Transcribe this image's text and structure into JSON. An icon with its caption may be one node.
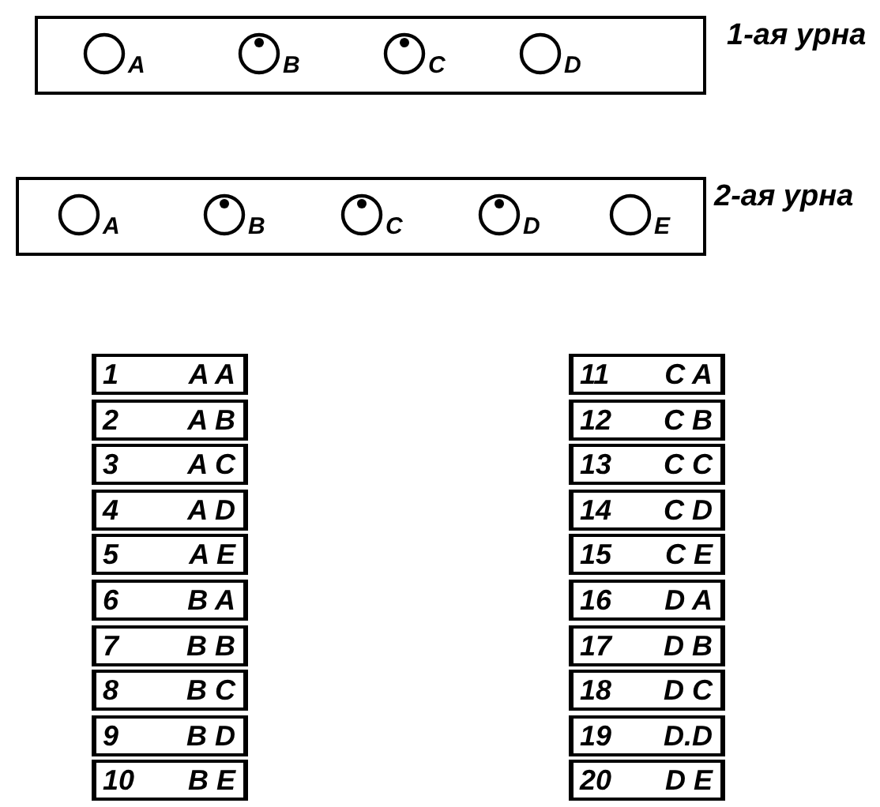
{
  "diagram": {
    "nodes": [
      {
        "text": [
          "1-ая урна"
        ]
      },
      {
        "text": [],
        "shape": "circle",
        "beside": [
          "A"
        ],
        "in": 0
      },
      {
        "text": [],
        "shape": "circle",
        "beside": [
          "B"
        ],
        "in": 0
      },
      {
        "text": [],
        "shape": "circle",
        "beside": [
          "C"
        ],
        "in": 0
      },
      {
        "text": [],
        "shape": "circle",
        "beside": [
          "D"
        ],
        "in": 0
      },
      {
        "text": [
          "2-ая урна"
        ]
      },
      {
        "text": [],
        "shape": "circle",
        "beside": [
          "A"
        ],
        "in": 5
      },
      {
        "text": [],
        "shape": "circle",
        "beside": [
          "B"
        ],
        "in": 5
      },
      {
        "text": [],
        "shape": "circle",
        "beside": [
          "C"
        ],
        "in": 5
      },
      {
        "text": [],
        "shape": "circle",
        "beside": [
          "D"
        ],
        "in": 5
      },
      {
        "text": [],
        "shape": "circle",
        "beside": [
          "E"
        ],
        "in": 5
      },
      {
        "text": [
          "1",
          "A A"
        ]
      },
      {
        "text": [
          "2",
          "A B"
        ]
      },
      {
        "text": [
          "3",
          "A C"
        ]
      },
      {
        "text": [
          "4",
          "A D"
        ]
      },
      {
        "text": [
          "5",
          "A E"
        ]
      },
      {
        "text": [
          "6",
          "B A"
        ]
      },
      {
        "text": [
          "7",
          "B B"
        ]
      },
      {
        "text": [
          "8",
          "B C"
        ]
      },
      {
        "text": [
          "9",
          "B D"
        ]
      },
      {
        "text": [
          "10",
          "B E"
        ]
      },
      {
        "text": [
          "11",
          "C A"
        ]
      },
      {
        "text": [
          "12",
          "C B"
        ]
      },
      {
        "text": [
          "13",
          "C C"
        ]
      },
      {
        "text": [
          "14",
          "C D"
        ]
      },
      {
        "text": [
          "15",
          "C E"
        ]
      },
      {
        "text": [
          "16",
          "D A"
        ]
      },
      {
        "text": [
          "17",
          "D B"
        ]
      },
      {
        "text": [
          "18",
          "D C"
        ]
      },
      {
        "text": [
          "19",
          "D.D"
        ]
      },
      {
        "text": [
          "20",
          "D E"
        ]
      }
    ]
  }
}
